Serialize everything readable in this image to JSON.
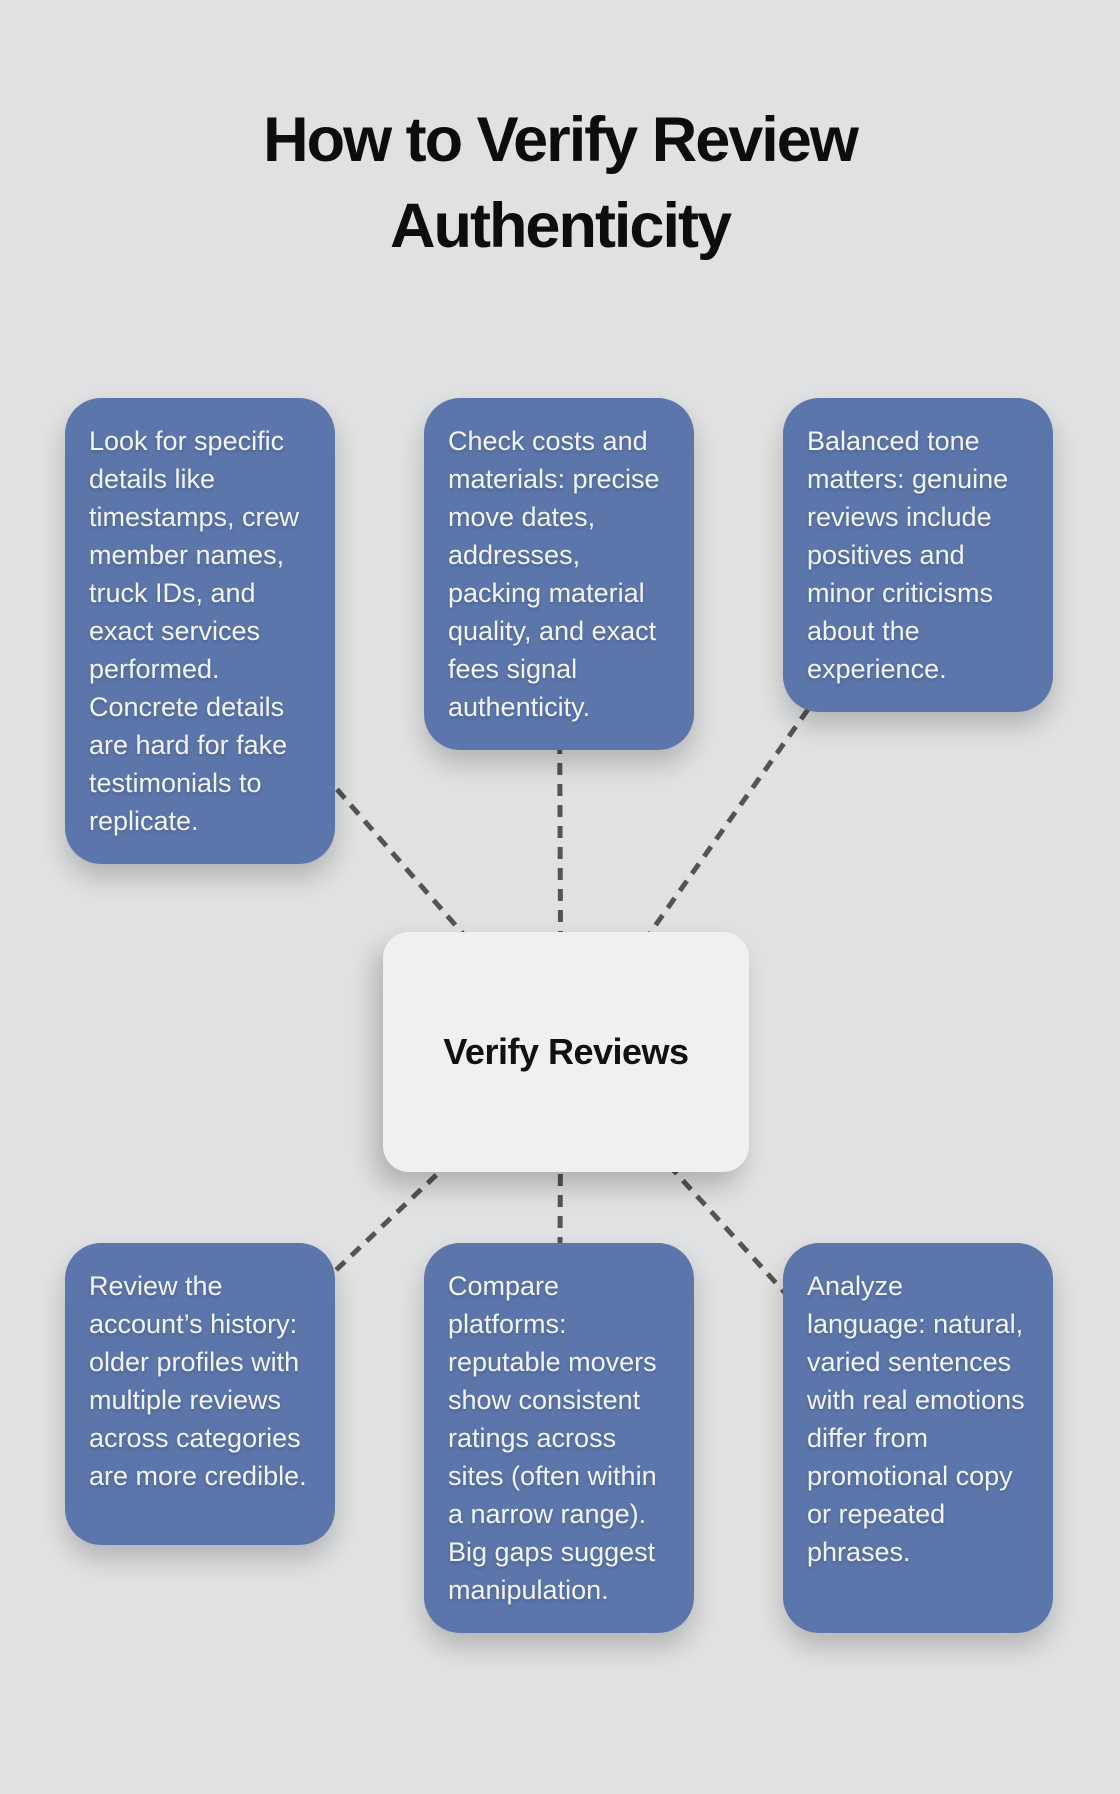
{
  "title": {
    "line1": "How to Verify Review",
    "line2": "Authenticity"
  },
  "center": {
    "label": "Verify Reviews"
  },
  "nodes": [
    {
      "id": "top-left",
      "text": "Look for specific details like timestamps, crew member names, truck IDs, and exact services performed. Concrete details are hard for fake testimonials to replicate."
    },
    {
      "id": "top-middle",
      "text": "Check costs and materials: precise move dates, addresses, packing material quality, and exact fees signal authenticity."
    },
    {
      "id": "top-right",
      "text": "Balanced tone matters: genuine reviews include positives and minor criticisms about the experience."
    },
    {
      "id": "bottom-left",
      "text": "Review the account’s history: older profiles with multiple reviews across categories are more credible."
    },
    {
      "id": "bottom-middle",
      "text": "Compare platforms: reputable movers show consistent ratings across sites (often within a narrow range). Big gaps suggest manipulation."
    },
    {
      "id": "bottom-right",
      "text": "Analyze language: natural, varied sentences with real emotions differ from promotional copy or repeated phrases."
    }
  ],
  "colors": {
    "background": "#e0e1e2",
    "node": "#5c76ab",
    "node_text": "#f2f4f8",
    "center_bg": "#eef0f2",
    "center_text": "#111111",
    "connector": "#545454",
    "title": "#0d0d0d"
  }
}
